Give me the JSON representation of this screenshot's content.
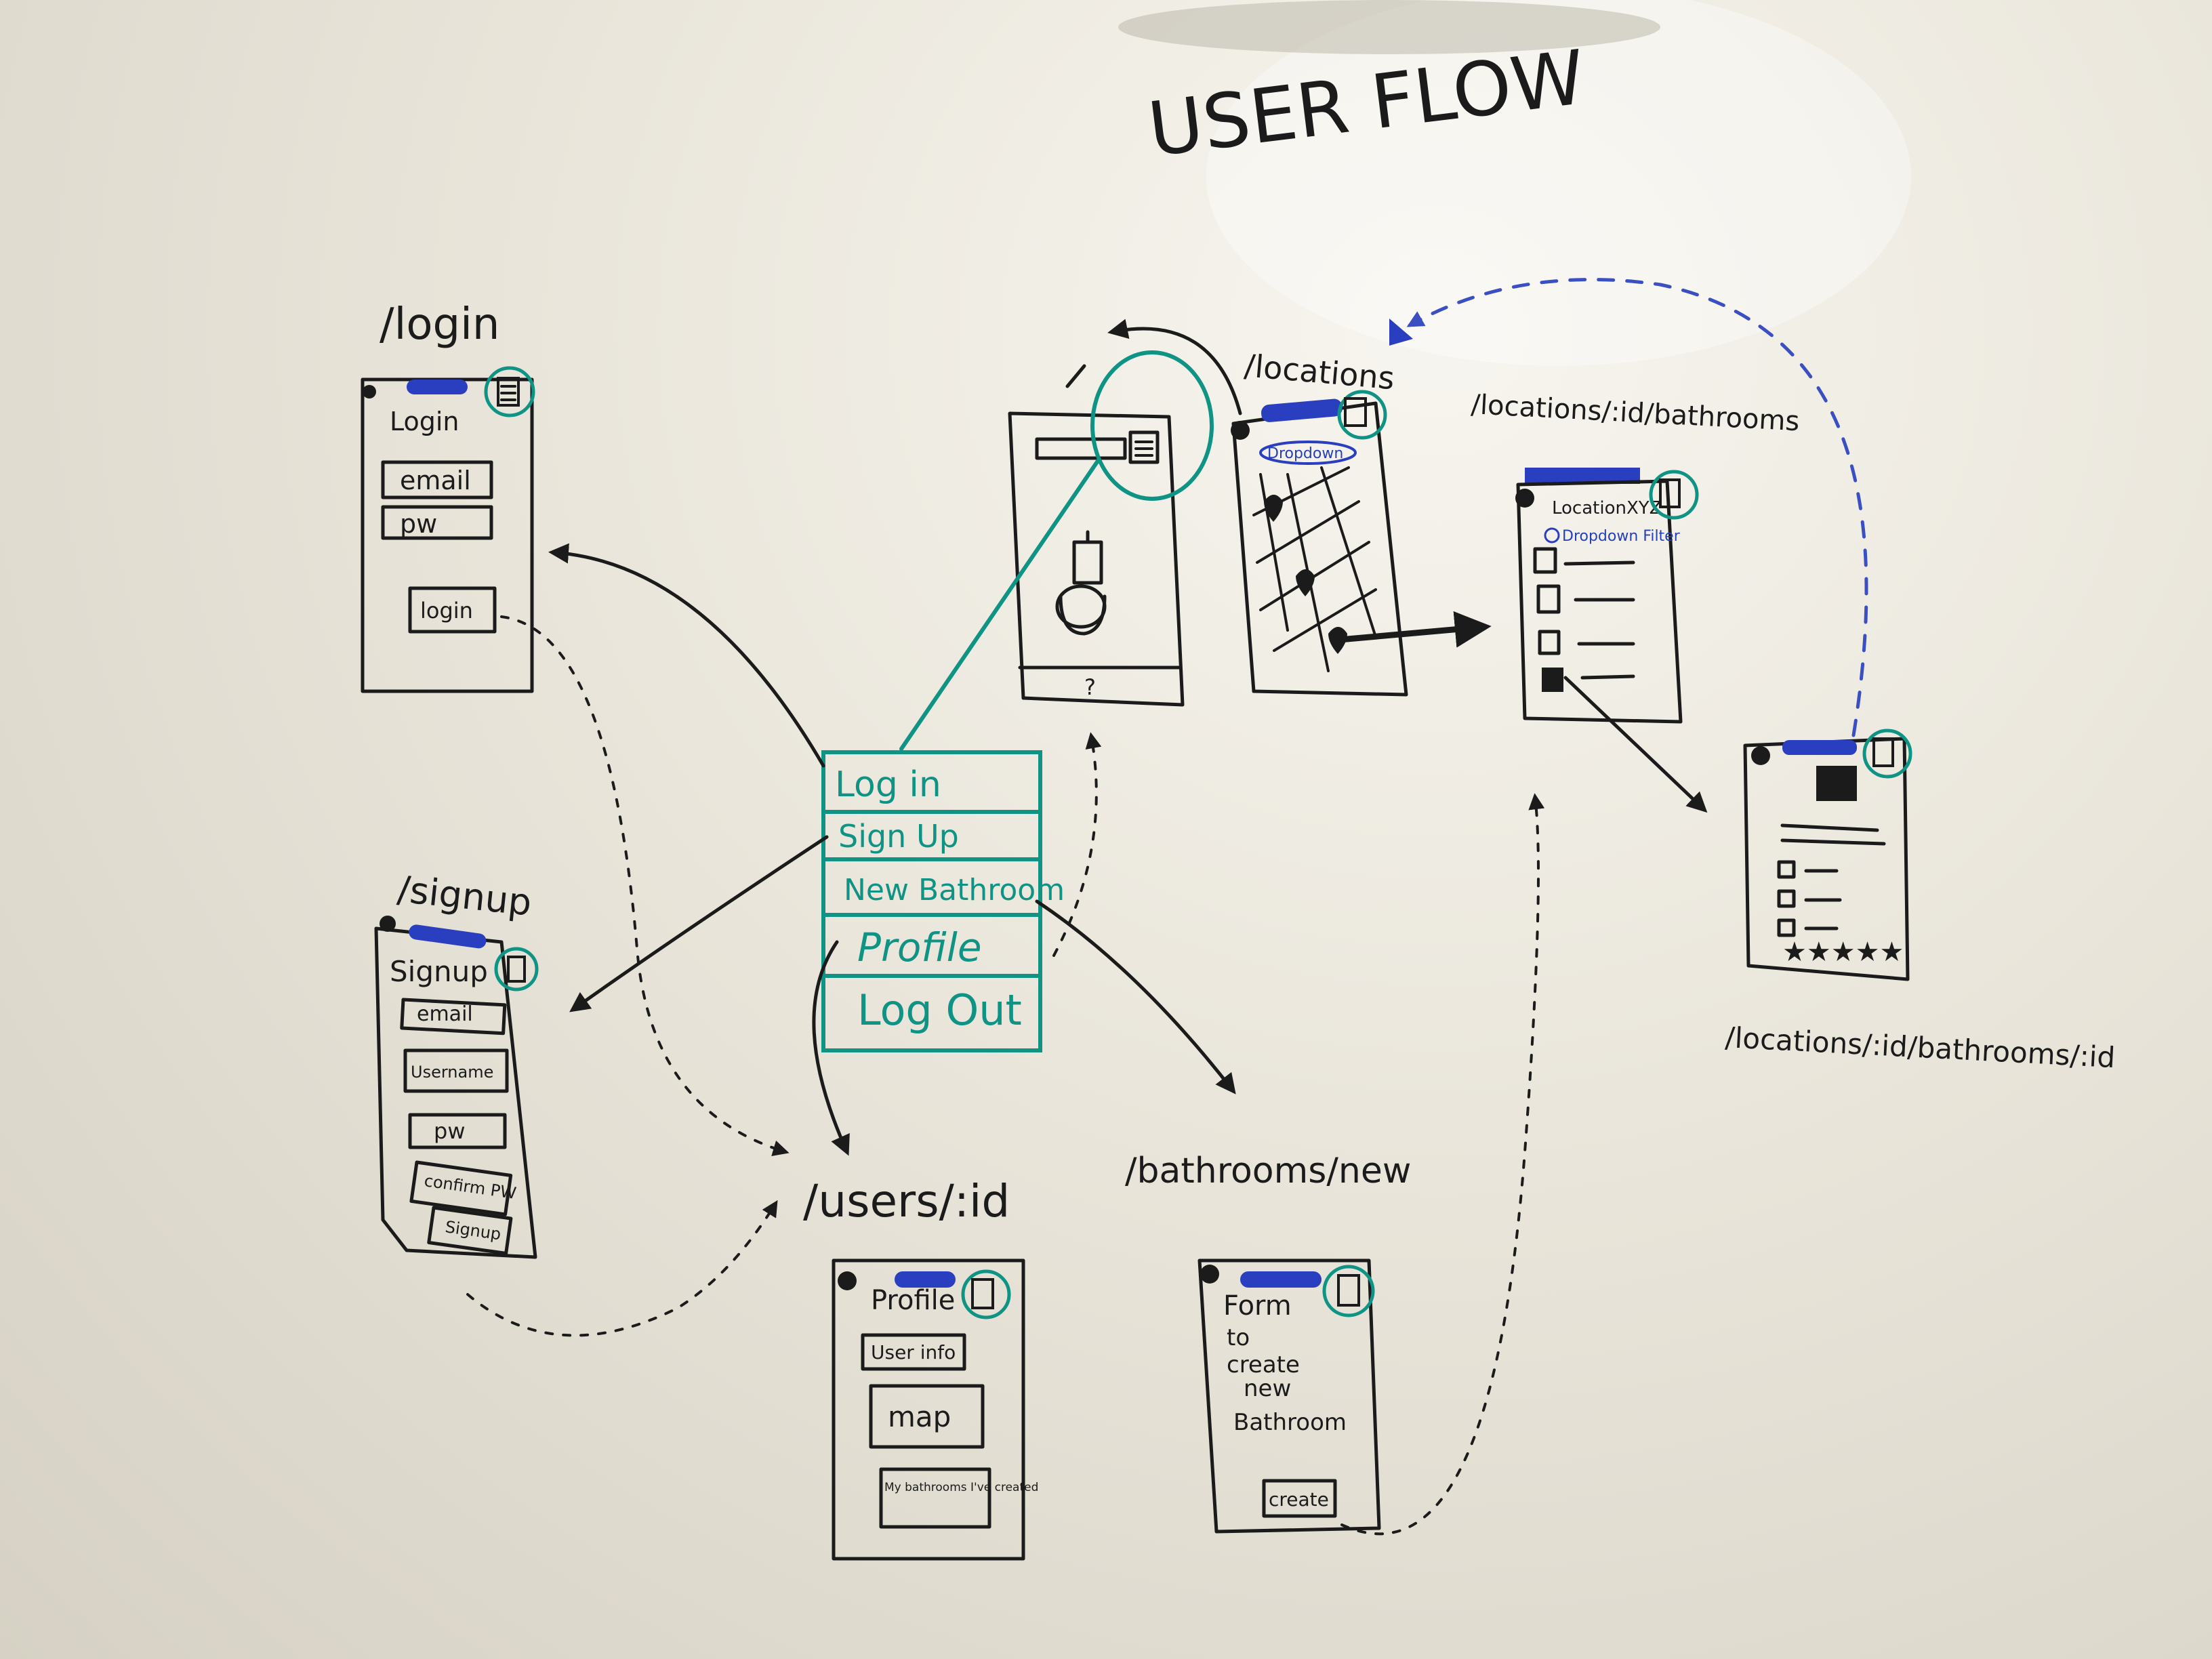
{
  "title": "USER FLOW",
  "menu": {
    "items": [
      "Log in",
      "Sign Up",
      "New Bathroom",
      "Profile",
      "Log Out"
    ]
  },
  "screens": {
    "login": {
      "route": "/login",
      "header": "Login",
      "fields": [
        "email",
        "pw"
      ],
      "button": "login"
    },
    "signup": {
      "route": "/signup",
      "header": "Signup",
      "fields": [
        "email",
        "Username",
        "pw",
        "confirm PW"
      ],
      "button": "Signup"
    },
    "home": {
      "footer": "?"
    },
    "locations": {
      "route": "/locations",
      "filter": "Dropdown"
    },
    "bathrooms_list": {
      "route": "/locations/:id/bathrooms",
      "header": "LocationXYZ",
      "filter": "Dropdown Filter"
    },
    "bathroom_detail": {
      "route": "/locations/:id/bathrooms/:id"
    },
    "profile": {
      "route": "/users/:id",
      "header": "Profile",
      "sections": [
        "User info",
        "map",
        "My bathrooms I've created"
      ]
    },
    "new_bathroom": {
      "route": "/bathrooms/new",
      "body": [
        "Form",
        "to",
        "create",
        "new",
        "Bathroom"
      ],
      "button": "create"
    }
  },
  "colors": {
    "ink": "#1b1b1b",
    "teal": "#0e9384",
    "blue": "#2a3fbf",
    "board": "#ebe7dc"
  }
}
